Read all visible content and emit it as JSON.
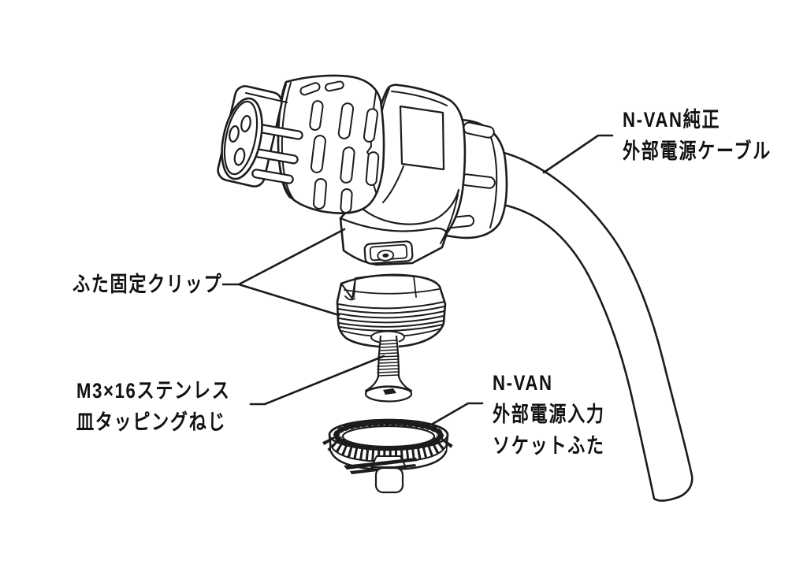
{
  "page": {
    "background": "#ffffff",
    "line_color": "#1c1c1c",
    "text_color": "#111111"
  },
  "labels": {
    "cable": {
      "line1": "N-VAN純正",
      "line2": "外部電源ケーブル"
    },
    "clip": {
      "line1": "ふた固定クリップ"
    },
    "screw": {
      "line1": "M3×16ステンレス",
      "line2": "皿タッピングねじ"
    },
    "lid": {
      "line1": "N-VAN",
      "line2": "外部電源入力",
      "line3": "ソケットふた"
    }
  }
}
